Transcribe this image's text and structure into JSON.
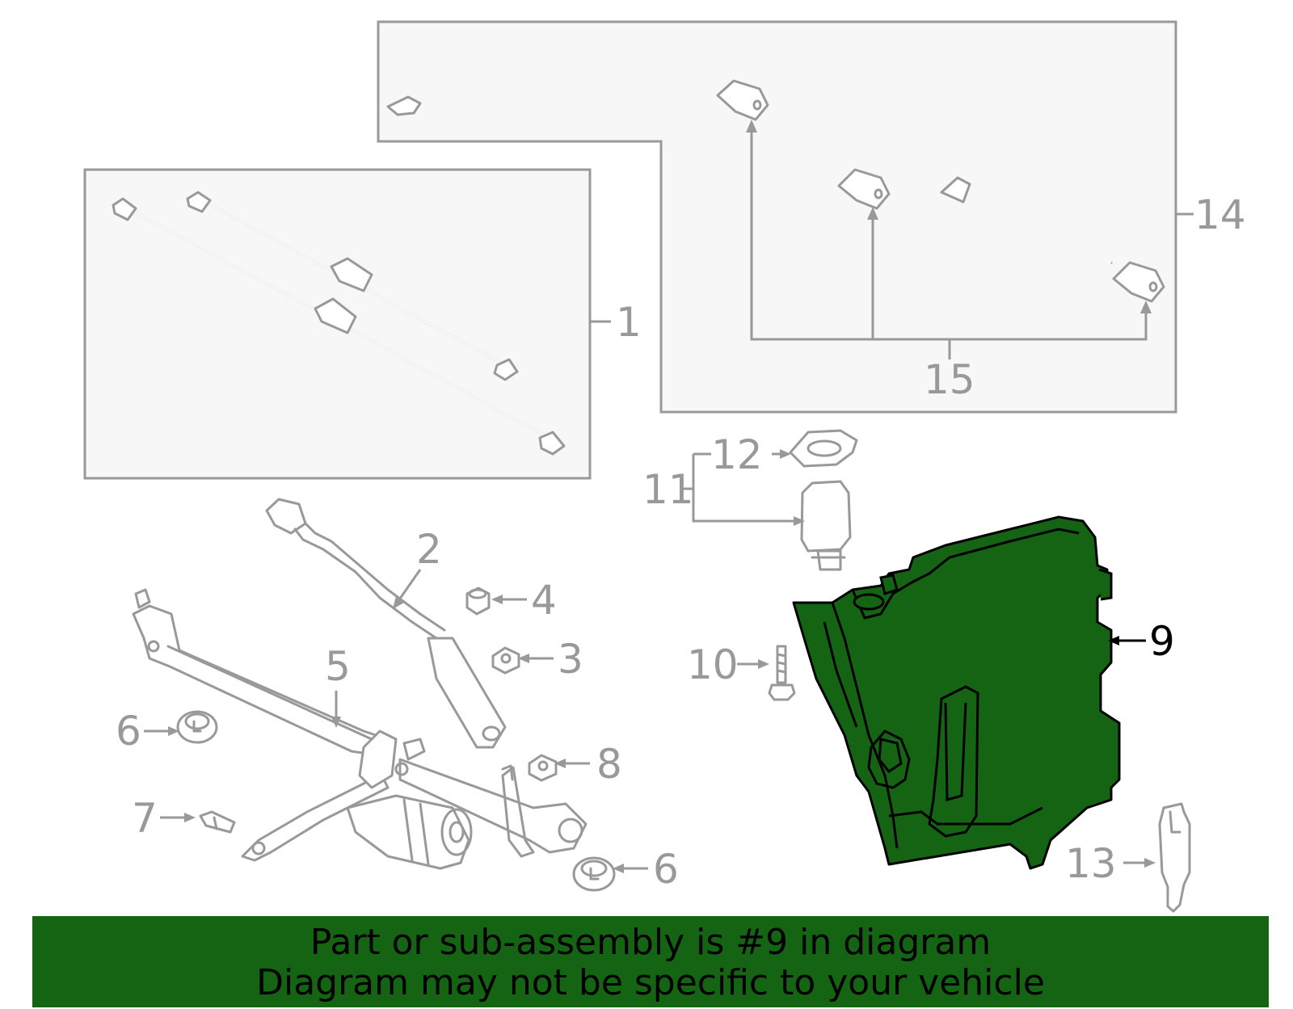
{
  "callouts": {
    "c1": "1",
    "c2": "2",
    "c3": "3",
    "c4": "4",
    "c5": "5",
    "c6a": "6",
    "c6b": "6",
    "c7": "7",
    "c8": "8",
    "c9": "9",
    "c10": "10",
    "c11": "11",
    "c12": "12",
    "c13": "13",
    "c14": "14",
    "c15": "15"
  },
  "highlighted_part": "9",
  "colors": {
    "highlight": "#146414",
    "line": "#999999",
    "box_fill": "#f7f7f7",
    "banner_bg": "#146414",
    "banner_text": "#000000"
  },
  "banner": {
    "line1": "Part or sub-assembly is #9 in diagram",
    "line2": "Diagram may not be specific to your vehicle"
  }
}
